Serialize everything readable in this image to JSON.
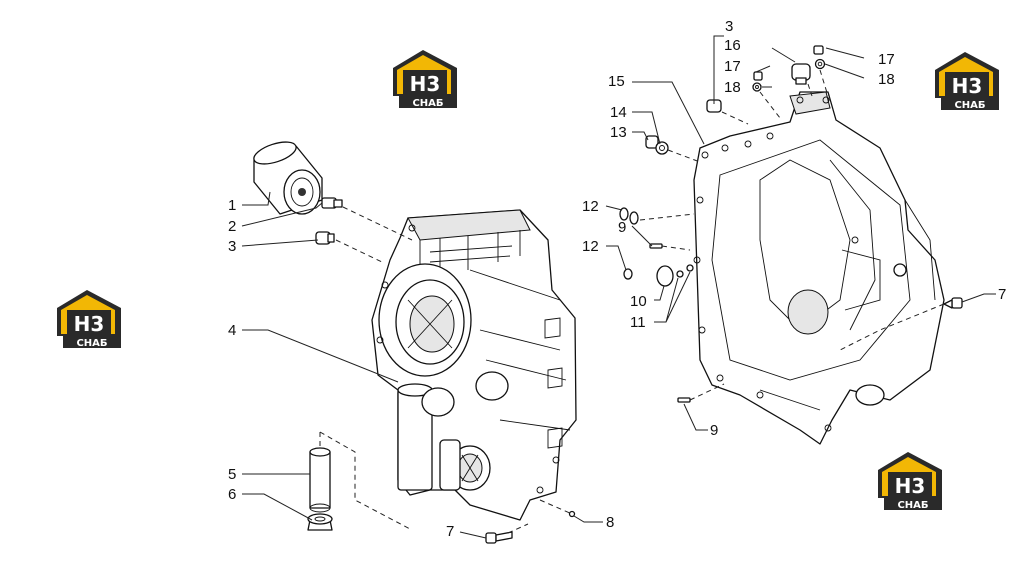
{
  "diagram": {
    "callouts": [
      {
        "id": "c1",
        "text": "1"
      },
      {
        "id": "c2",
        "text": "2"
      },
      {
        "id": "c3a",
        "text": "3"
      },
      {
        "id": "c4",
        "text": "4"
      },
      {
        "id": "c5",
        "text": "5"
      },
      {
        "id": "c6",
        "text": "6"
      },
      {
        "id": "c7a",
        "text": "7"
      },
      {
        "id": "c8",
        "text": "8"
      },
      {
        "id": "c3b",
        "text": "3"
      },
      {
        "id": "c16",
        "text": "16"
      },
      {
        "id": "c17a",
        "text": "17"
      },
      {
        "id": "c17b",
        "text": "17"
      },
      {
        "id": "c18a",
        "text": "18"
      },
      {
        "id": "c18b",
        "text": "18"
      },
      {
        "id": "c15",
        "text": "15"
      },
      {
        "id": "c14",
        "text": "14"
      },
      {
        "id": "c13",
        "text": "13"
      },
      {
        "id": "c12a",
        "text": "12"
      },
      {
        "id": "c9a",
        "text": "9"
      },
      {
        "id": "c12b",
        "text": "12"
      },
      {
        "id": "c10",
        "text": "10"
      },
      {
        "id": "c11",
        "text": "11"
      },
      {
        "id": "c7b",
        "text": "7"
      },
      {
        "id": "c9b",
        "text": "9"
      }
    ]
  },
  "watermark": {
    "logo_main": "H3",
    "logo_sub": "CHAБ",
    "colors": {
      "accent": "#f2b705",
      "dark": "#2a2a2a"
    }
  }
}
